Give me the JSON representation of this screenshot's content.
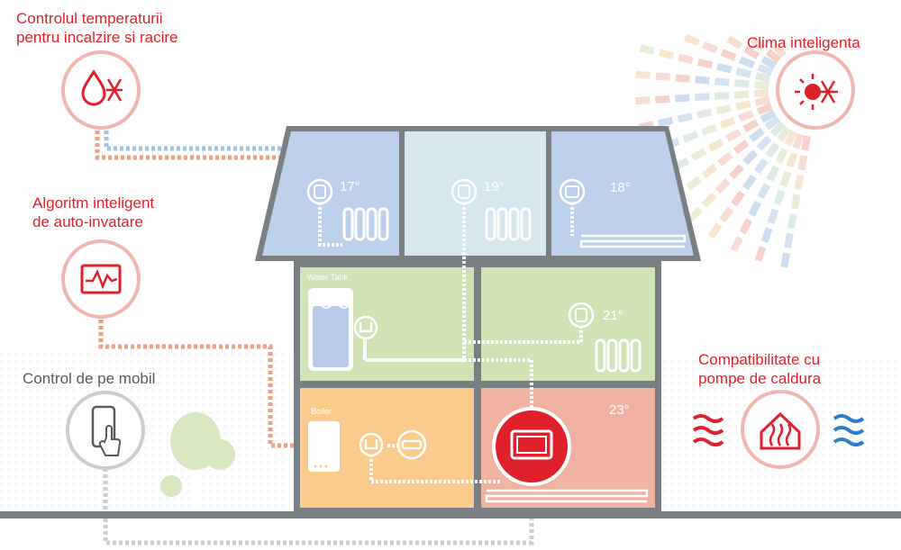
{
  "features": {
    "temperature_control": "Controlul temperaturii\npentru incalzire si racire",
    "smart_climate": "Clima inteligenta",
    "self_learning": "Algoritm inteligent\nde auto-invatare",
    "mobile_control": "Control de pe mobil",
    "heat_pump": "Compatibilitate cu\npompe de caldura"
  },
  "rooms": {
    "attic_left_temp": "17°",
    "attic_middle_temp": "19°",
    "attic_right_temp": "18°",
    "middle_right_temp": "21°",
    "ground_right_temp": "23°",
    "water_tank_label": "Water Tank",
    "boiler_label": "Boiler"
  },
  "colors": {
    "accent_red": "#e0202a",
    "house_outline": "#7a7f84",
    "attic_blue": "#bcd0ec",
    "attic_light": "#d5e8ee",
    "green": "#cfe3b5",
    "orange": "#fbcb8c",
    "salmon": "#f1b3a1",
    "heat_blue": "#2a7dc9"
  }
}
